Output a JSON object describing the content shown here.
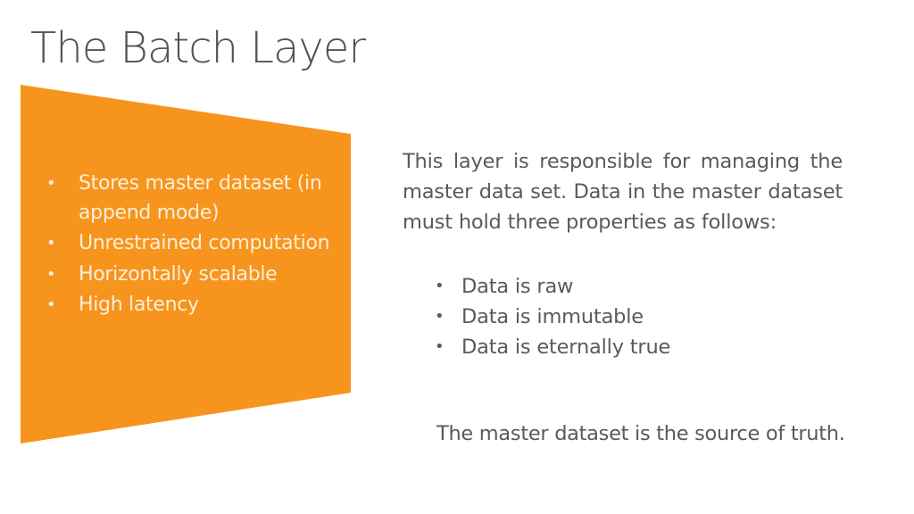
{
  "slide": {
    "title": "The Batch Layer",
    "accent_color": "#F7941D"
  },
  "panel": {
    "bullet_glyph": "•",
    "items": [
      {
        "label": "Stores master dataset (in append mode)"
      },
      {
        "label": "Unrestrained computation"
      },
      {
        "label": "Horizontally scalable"
      },
      {
        "label": "High latency"
      }
    ]
  },
  "description": {
    "paragraph": "This layer is responsible for managing the master data set. Data in the master dataset must hold three properties as follows:",
    "bullet_glyph": "•",
    "properties": [
      {
        "label": "Data is raw"
      },
      {
        "label": "Data is immutable"
      },
      {
        "label": "Data is eternally true"
      }
    ],
    "conclusion": "The master dataset is the source of truth."
  }
}
